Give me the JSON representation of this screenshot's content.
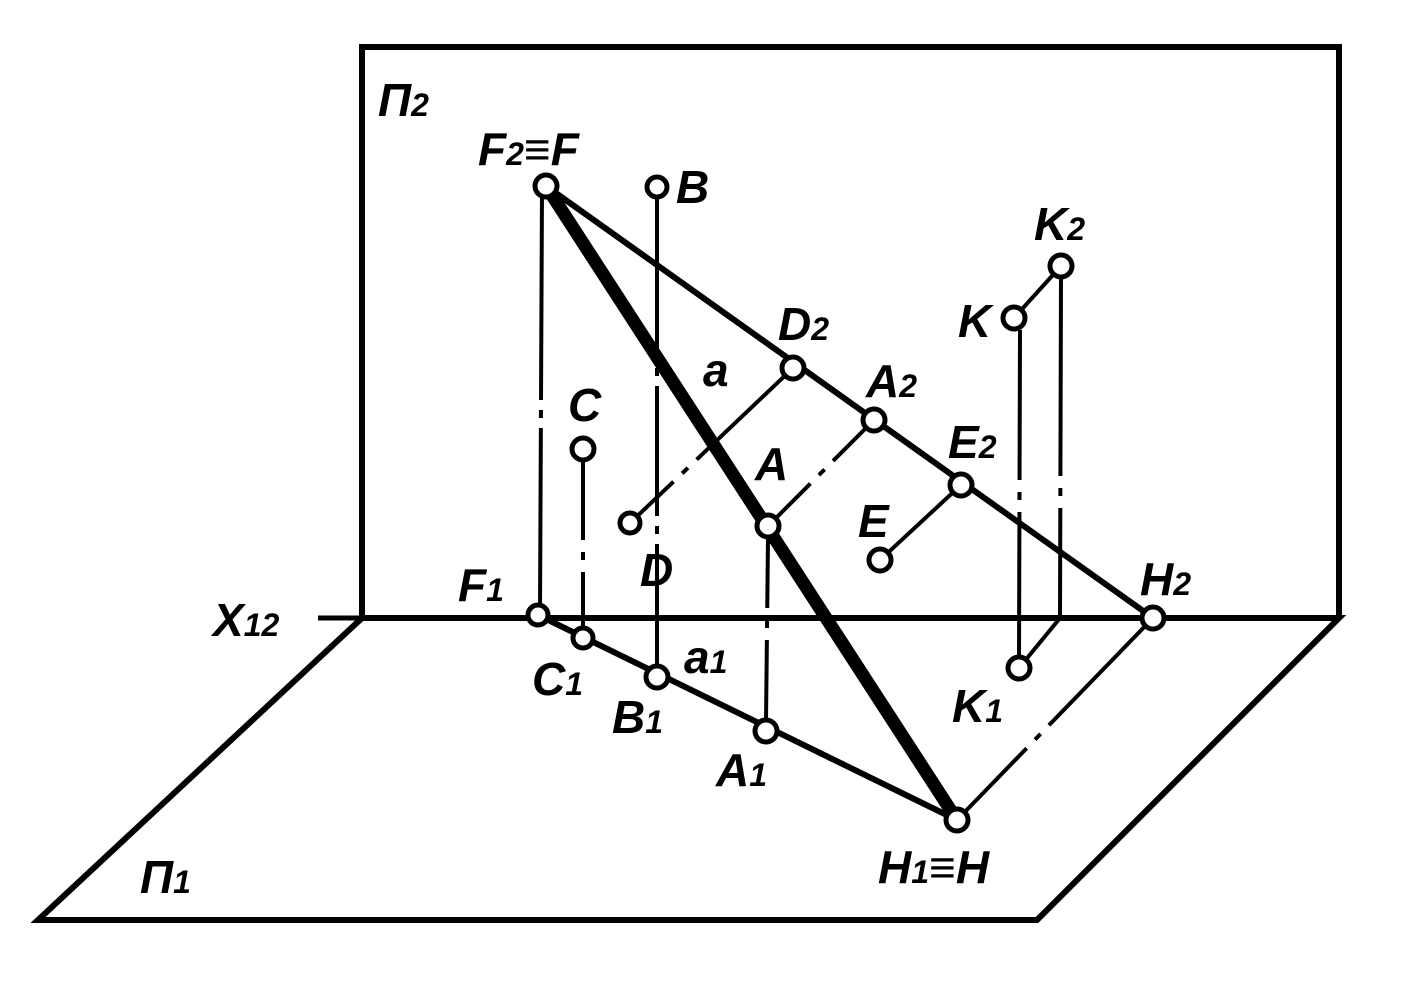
{
  "colors": {
    "ink": "#000000",
    "paper": "#ffffff"
  },
  "labels": {
    "plane_frontal": {
      "main": "П",
      "sub": "2"
    },
    "plane_horizontal": {
      "main": "П",
      "sub": "1"
    },
    "axis": {
      "main": "X",
      "sub": "12"
    },
    "F2F": {
      "main": "F",
      "sub": "2",
      "rest": "≡F"
    },
    "B": {
      "main": "B"
    },
    "K2": {
      "main": "K",
      "sub": "2"
    },
    "K": {
      "main": "K"
    },
    "D2": {
      "main": "D",
      "sub": "2"
    },
    "a": {
      "main": "a"
    },
    "A2": {
      "main": "A",
      "sub": "2"
    },
    "C": {
      "main": "C"
    },
    "E2": {
      "main": "E",
      "sub": "2"
    },
    "A": {
      "main": "A"
    },
    "E": {
      "main": "E"
    },
    "D": {
      "main": "D"
    },
    "H2": {
      "main": "H",
      "sub": "2"
    },
    "F1": {
      "main": "F",
      "sub": "1"
    },
    "C1": {
      "main": "C",
      "sub": "1"
    },
    "a1": {
      "main": "a",
      "sub": "1"
    },
    "B1": {
      "main": "B",
      "sub": "1"
    },
    "K1": {
      "main": "K",
      "sub": "1"
    },
    "A1": {
      "main": "A",
      "sub": "1"
    },
    "H1H": {
      "main": "H",
      "sub": "1",
      "rest": "≡H"
    }
  }
}
